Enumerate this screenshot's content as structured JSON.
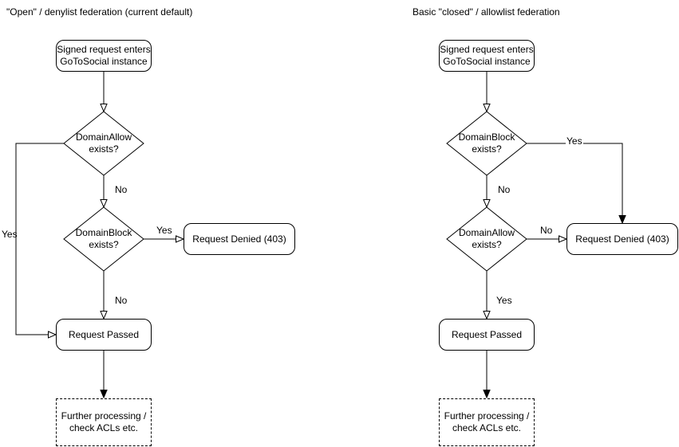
{
  "colors": {
    "stroke": "#000000",
    "background": "#ffffff",
    "text": "#000000"
  },
  "left_chart": {
    "title": "\"Open\" / denylist federation (current default)",
    "nodes": {
      "start": "Signed request enters\nGoToSocial instance",
      "decision1": "DomainAllow\nexists?",
      "decision2": "DomainBlock\nexists?",
      "denied": "Request Denied (403)",
      "passed": "Request Passed",
      "further": "Further processing /\ncheck ACLs etc."
    },
    "edge_labels": {
      "decision1_no": "No",
      "decision1_yes": "Yes",
      "decision2_yes": "Yes",
      "decision2_no": "No"
    }
  },
  "right_chart": {
    "title": "Basic \"closed\" / allowlist federation",
    "nodes": {
      "start": "Signed request enters\nGoToSocial instance",
      "decision1": "DomainBlock\nexists?",
      "decision2": "DomainAllow\nexists?",
      "denied": "Request Denied (403)",
      "passed": "Request Passed",
      "further": "Further processing /\ncheck ACLs etc."
    },
    "edge_labels": {
      "decision1_yes": "Yes",
      "decision1_no": "No",
      "decision2_no": "No",
      "decision2_yes": "Yes"
    }
  }
}
